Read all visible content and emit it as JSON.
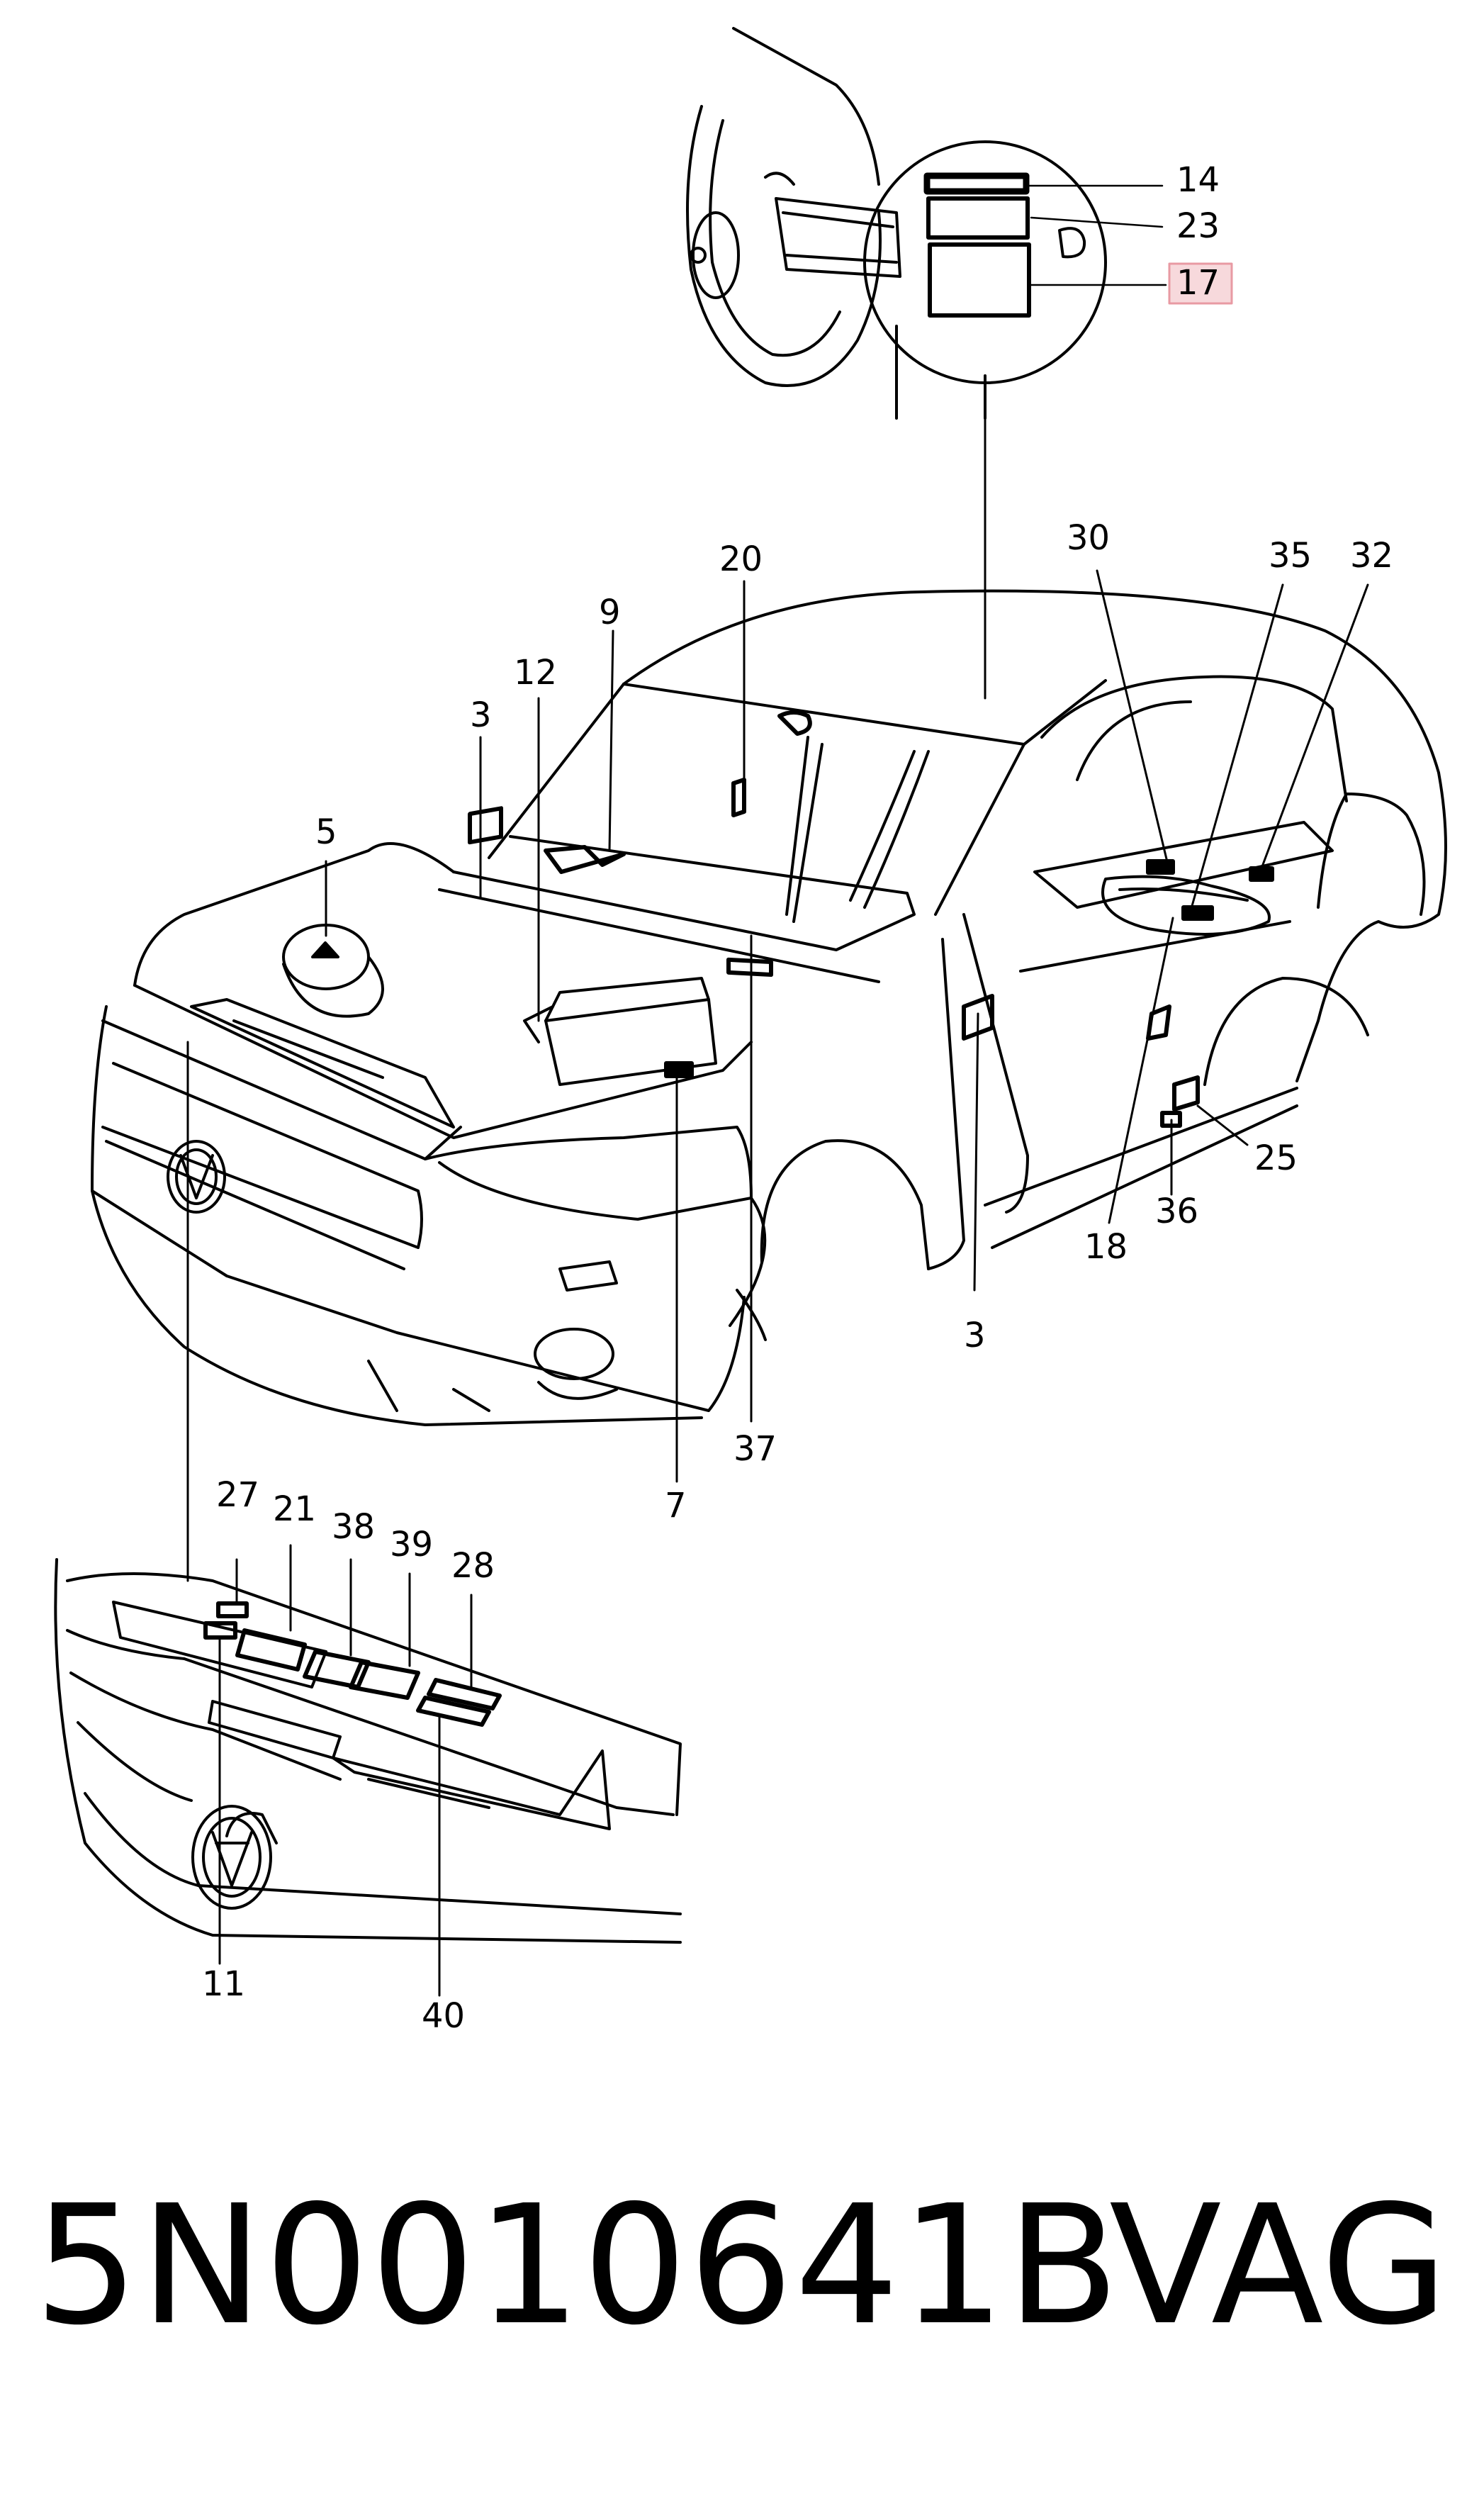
{
  "diagram": {
    "callouts": {
      "c14": "14",
      "c23": "23",
      "c17": "17",
      "c20": "20",
      "c9": "9",
      "c12": "12",
      "c3a": "3",
      "c5": "5",
      "c30": "30",
      "c35": "35",
      "c32": "32",
      "c25": "25",
      "c36": "36",
      "c18": "18",
      "c3b": "3",
      "c37": "37",
      "c7": "7",
      "c27": "27",
      "c21": "21",
      "c38": "38",
      "c39": "39",
      "c28": "28",
      "c11": "11",
      "c40": "40"
    },
    "highlighted_callout": "17",
    "highlight_color": "#f7d9dc",
    "highlight_border": "#e89aa3"
  },
  "footer": {
    "part_number": "5N0010641B",
    "brand": "VAG"
  }
}
